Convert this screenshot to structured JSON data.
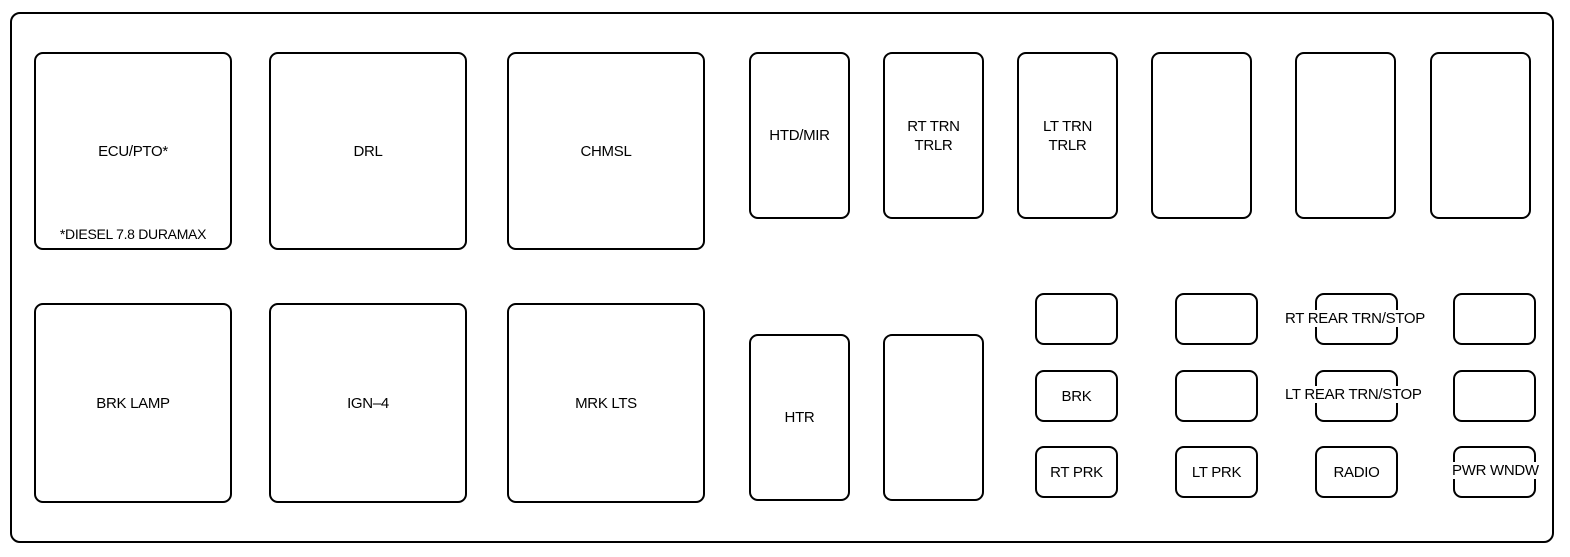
{
  "fuse_block": {
    "relays": {
      "ecu_pto": {
        "label": "ECU/PTO*",
        "note": "*DIESEL 7.8 DURAMAX"
      },
      "drl": {
        "label": "DRL"
      },
      "chmsl": {
        "label": "CHMSL"
      },
      "brk_lamp": {
        "label": "BRK LAMP"
      },
      "ign_4": {
        "label": "IGN–4"
      },
      "mrk_lts": {
        "label": "MRK LTS"
      }
    },
    "tall_fuses": {
      "htd_mir": {
        "label": "HTD/MIR"
      },
      "rt_trn_trlr": {
        "label": "RT TRN\nTRLR"
      },
      "lt_trn_trlr": {
        "label": "LT TRN\nTRLR"
      },
      "htr": {
        "label": "HTR"
      }
    },
    "mini_fuses": {
      "brk": {
        "label": "BRK"
      },
      "rt_prk": {
        "label": "RT PRK"
      },
      "lt_prk": {
        "label": "LT PRK"
      },
      "radio": {
        "label": "RADIO"
      },
      "pwr_wndw": {
        "label": "PWR WNDW"
      },
      "rt_rear_trn_stop": {
        "label": "RT REAR TRN/STOP"
      },
      "lt_rear_trn_stop": {
        "label": "LT REAR TRN/STOP"
      }
    }
  }
}
